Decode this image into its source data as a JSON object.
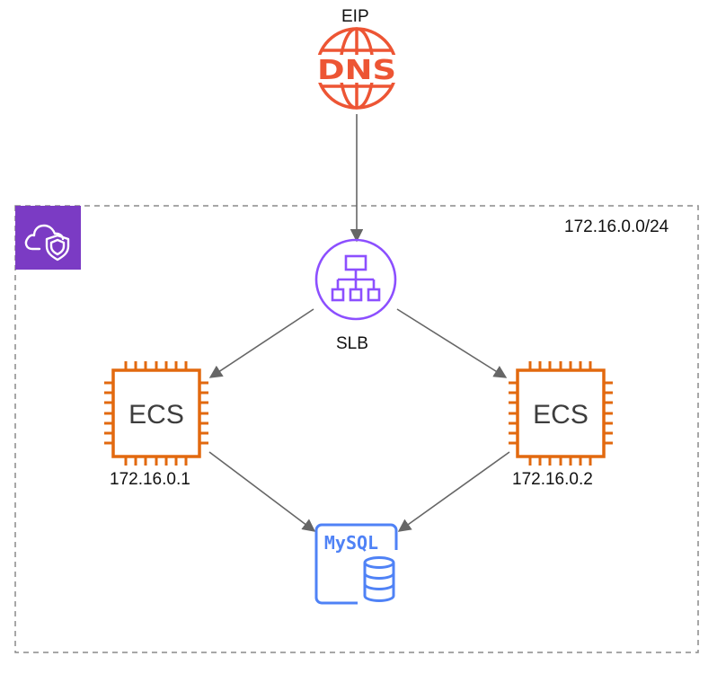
{
  "colors": {
    "dns": "#ed5534",
    "vpc_badge": "#7b3bc4",
    "slb": "#8c4fff",
    "ecs": "#e2690f",
    "mysql": "#4f82f6",
    "edge": "#666666",
    "boundary": "#8a8a8a"
  },
  "nodes": {
    "eip": {
      "label": "EIP",
      "icon_text": "DNS",
      "icon": "dns-globe-icon"
    },
    "slb": {
      "label": "SLB",
      "icon": "load-balancer-icon"
    },
    "ecs_1": {
      "chip_text": "ECS",
      "label": "172.16.0.1",
      "icon": "chip-icon"
    },
    "ecs_2": {
      "chip_text": "ECS",
      "label": "172.16.0.2",
      "icon": "chip-icon"
    },
    "db": {
      "text": "MySQL",
      "icon": "database-icon"
    }
  },
  "vpc": {
    "cidr": "172.16.0.0/24",
    "icon": "cloud-shield-icon"
  },
  "edges": [
    {
      "from": "eip",
      "to": "slb"
    },
    {
      "from": "slb",
      "to": "ecs_1"
    },
    {
      "from": "slb",
      "to": "ecs_2"
    },
    {
      "from": "ecs_1",
      "to": "db"
    },
    {
      "from": "ecs_2",
      "to": "db"
    }
  ]
}
